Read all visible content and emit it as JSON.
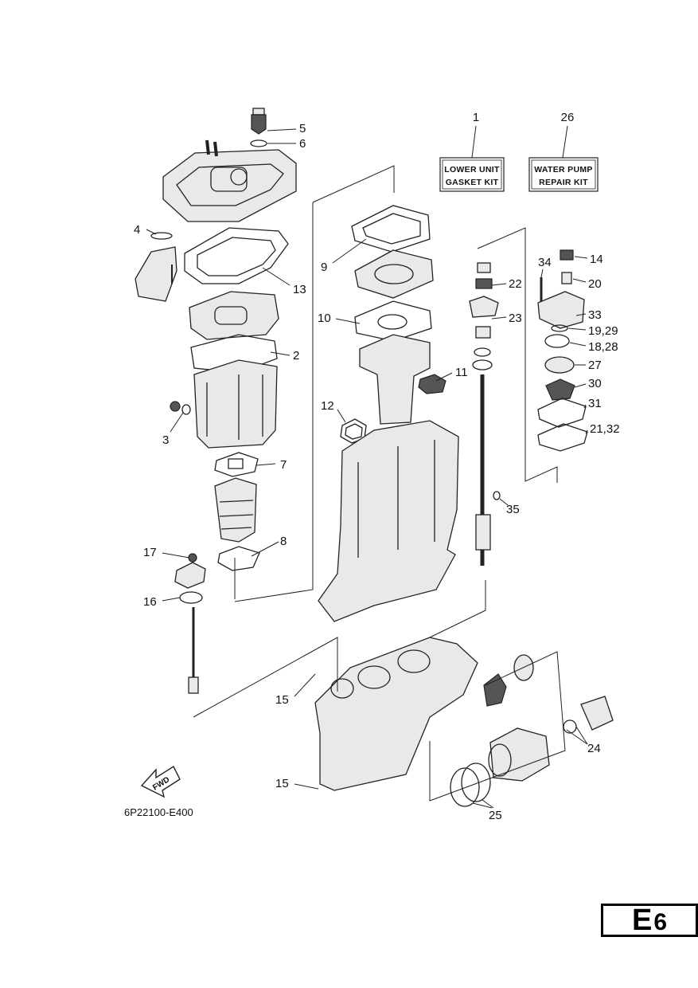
{
  "kits": [
    {
      "callout": "1",
      "line1": "LOWER UNIT",
      "line2": "GASKET KIT"
    },
    {
      "callout": "26",
      "line1": "WATER PUMP",
      "line2": "REPAIR KIT"
    }
  ],
  "callouts": [
    "5",
    "6",
    "4",
    "13",
    "9",
    "2",
    "10",
    "3",
    "7",
    "12",
    "11",
    "8",
    "17",
    "16",
    "15",
    "15",
    "14",
    "34",
    "22",
    "20",
    "23",
    "33",
    "19,29",
    "18,28",
    "27",
    "30",
    "31",
    "21,32",
    "35",
    "24",
    "25"
  ],
  "drawing_code": "6P22100-E400",
  "fwd_label": "FWD",
  "page": {
    "letter": "E",
    "number": "6"
  }
}
